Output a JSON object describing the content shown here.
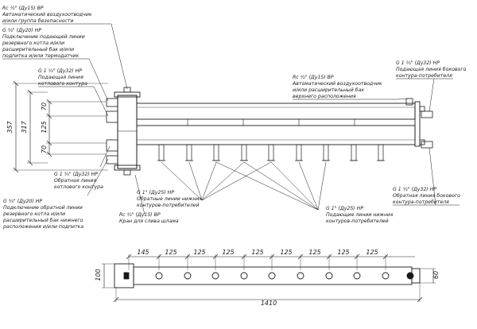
{
  "labels": {
    "tl_air_vent": [
      "Rc ½\" (Ду15) ВР",
      "Автоматический воздухоотводчик",
      "и/или группа безопасности"
    ],
    "tl_reserve_supply": [
      "G ¾\" (Ду20) НР",
      "Подключение подающей линии",
      "резервного котла и/или",
      "расширительный бак и/или",
      "подпитка и/или термодатчик"
    ],
    "boiler_supply": [
      "G 1 ¼\" (Ду32) НР",
      "Подающая линия",
      "котлового контура"
    ],
    "boiler_return": [
      "G 1 ¼\" (Ду32) НР",
      "Обратная линия",
      "котлового контура"
    ],
    "bl_reserve_return": [
      "G ¾\" (Ду20) НР",
      "Подключение обратной линии",
      "резервного котла и/или",
      "расширительный бак нижнего",
      "расположения и/или подпитка"
    ],
    "return_lower": [
      "G 1\" (Ду25) НР",
      "Обратные линии нижних",
      "контуров-потребителей"
    ],
    "drain": [
      "Rc ½\" (Ду15) ВР",
      "Кран для слива шлама"
    ],
    "supply_lower": [
      "G 1\" (Ду25) НР",
      "Подающие линии нижних",
      "контуров-потребителей"
    ],
    "r_air_vent": [
      "Rc ½\" (Ду15) ВР",
      "Автоматический воздухоотводчик",
      "и/или расширительный бак",
      "верхнего расположения"
    ],
    "side_supply": [
      "G 1 ¼\" (Ду32) НР",
      "Подающая линия бокового",
      "контура-потребителя"
    ],
    "side_return": [
      "G 1 ¼\" (Ду32) НР",
      "Обратная линия бокового",
      "контура-потребителя"
    ]
  },
  "dims": {
    "total_height": "357",
    "inner_height": "317",
    "d70_top": "70",
    "d125": "125",
    "d70_bottom": "70",
    "top_spacings": [
      "145",
      "125",
      "125",
      "125",
      "125",
      "125",
      "125",
      "125",
      "125"
    ],
    "total_length": "1410",
    "depth_left": "100",
    "depth_right": "60"
  }
}
